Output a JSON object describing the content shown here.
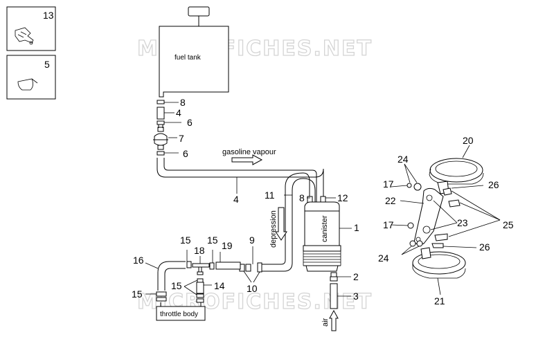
{
  "watermark": "MICROFICHES.NET",
  "labels": {
    "fuel_tank": "fuel tank",
    "gasoline_vapour": "gasoline vapour",
    "depression": "depression",
    "canister": "canister",
    "throttle_body": "throttle body",
    "air": "air"
  },
  "part_numbers": {
    "p13": "13",
    "p5": "5",
    "p8_top": "8",
    "p4_top": "4",
    "p6_upper": "6",
    "p7": "7",
    "p6_lower": "6",
    "p4_mid": "4",
    "p11": "11",
    "p8_mid": "8",
    "p12": "12",
    "p1": "1",
    "p2": "2",
    "p3": "3",
    "p9": "9",
    "p10": "10",
    "p19": "19",
    "p15_a": "15",
    "p15_b": "15",
    "p18": "18",
    "p16": "16",
    "p15_c": "15",
    "p15_d": "15",
    "p14": "14",
    "p20": "20",
    "p24_top": "24",
    "p26_top": "26",
    "p17_top": "17",
    "p22": "22",
    "p23": "23",
    "p17_bottom": "17",
    "p25": "25",
    "p24_bottom": "24",
    "p26_bottom": "26",
    "p21": "21"
  }
}
